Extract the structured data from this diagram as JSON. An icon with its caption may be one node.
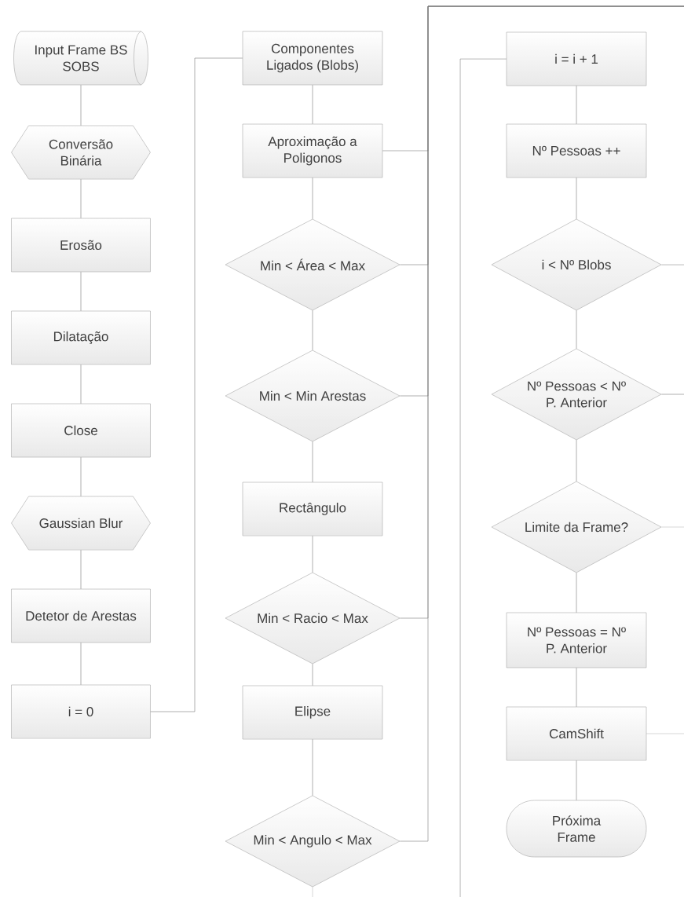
{
  "diagram": {
    "nodes": [
      {
        "text": [
          "Input Frame BS SOBS"
        ]
      },
      {
        "text": [
          "Conversão Binária"
        ]
      },
      {
        "text": [
          "Erosão"
        ]
      },
      {
        "text": [
          "Dilatação"
        ]
      },
      {
        "text": [
          "Close"
        ]
      },
      {
        "text": [
          "Gaussian Blur"
        ]
      },
      {
        "text": [
          "Detetor de Arestas"
        ]
      },
      {
        "text": [
          "i = 0"
        ]
      },
      {
        "text": [
          "Componentes Ligados (Blobs)"
        ]
      },
      {
        "text": [
          "Aproximação a Poligonos"
        ]
      },
      {
        "text": [
          "Min < Área < Max"
        ]
      },
      {
        "text": [
          "Min < Min Arestas"
        ]
      },
      {
        "text": [
          "Rectângulo"
        ]
      },
      {
        "text": [
          "Min < Racio < Max"
        ]
      },
      {
        "text": [
          "Elipse"
        ]
      },
      {
        "text": [
          "Min < Angulo < Max"
        ]
      },
      {
        "text": [
          "i = i + 1"
        ]
      },
      {
        "text": [
          "Nº Pessoas ++"
        ]
      },
      {
        "text": [
          "i < Nº Blobs"
        ]
      },
      {
        "text": [
          "Nº Pessoas < Nº P. Anterior"
        ]
      },
      {
        "text": [
          "Limite da Frame?"
        ]
      },
      {
        "text": [
          "Nº Pessoas = Nº P. Anterior"
        ]
      },
      {
        "text": [
          "CamShift"
        ]
      },
      {
        "text": [
          "Próxima Frame"
        ]
      }
    ],
    "edges": [
      {
        "from": 0,
        "to": 1,
        "arrow": "none"
      },
      {
        "from": 1,
        "to": 2,
        "arrow": "none"
      },
      {
        "from": 2,
        "to": 3,
        "arrow": "none"
      },
      {
        "from": 3,
        "to": 4,
        "arrow": "none"
      },
      {
        "from": 4,
        "to": 5,
        "arrow": "none"
      },
      {
        "from": 5,
        "to": 6,
        "arrow": "none"
      },
      {
        "from": 6,
        "to": 7,
        "arrow": "none"
      },
      {
        "from": 7,
        "to": 8,
        "arrow": "none"
      },
      {
        "from": 8,
        "to": 9,
        "arrow": "none"
      },
      {
        "from": 9,
        "to": 10,
        "arrow": "none"
      },
      {
        "from": 10,
        "to": 11,
        "arrow": "none"
      },
      {
        "from": 11,
        "to": 12,
        "arrow": "none"
      },
      {
        "from": 12,
        "to": 13,
        "arrow": "none"
      },
      {
        "from": 13,
        "to": 14,
        "arrow": "none"
      },
      {
        "from": 14,
        "to": 15,
        "arrow": "none"
      },
      {
        "from": 9,
        "to": null,
        "arrow": "none"
      },
      {
        "from": 10,
        "to": null,
        "arrow": "none"
      },
      {
        "from": 11,
        "to": null,
        "arrow": "none"
      },
      {
        "from": 13,
        "to": null,
        "arrow": "none"
      },
      {
        "from": 15,
        "to": null,
        "arrow": "none"
      },
      {
        "from": 15,
        "to": null,
        "arrow": "none"
      },
      {
        "from": null,
        "to": 16,
        "arrow": "none"
      },
      {
        "from": 16,
        "to": 17,
        "arrow": "none"
      },
      {
        "from": 17,
        "to": 18,
        "arrow": "none"
      },
      {
        "from": 18,
        "to": 19,
        "arrow": "none"
      },
      {
        "from": 19,
        "to": 20,
        "arrow": "none"
      },
      {
        "from": 20,
        "to": 21,
        "arrow": "none"
      },
      {
        "from": 21,
        "to": 22,
        "arrow": "none"
      },
      {
        "from": 22,
        "to": 23,
        "arrow": "none"
      },
      {
        "from": 18,
        "to": null,
        "arrow": "none"
      },
      {
        "from": 19,
        "to": null,
        "arrow": "none"
      },
      {
        "from": 20,
        "to": null,
        "arrow": "none"
      },
      {
        "from": 22,
        "to": null,
        "arrow": "none"
      }
    ]
  }
}
